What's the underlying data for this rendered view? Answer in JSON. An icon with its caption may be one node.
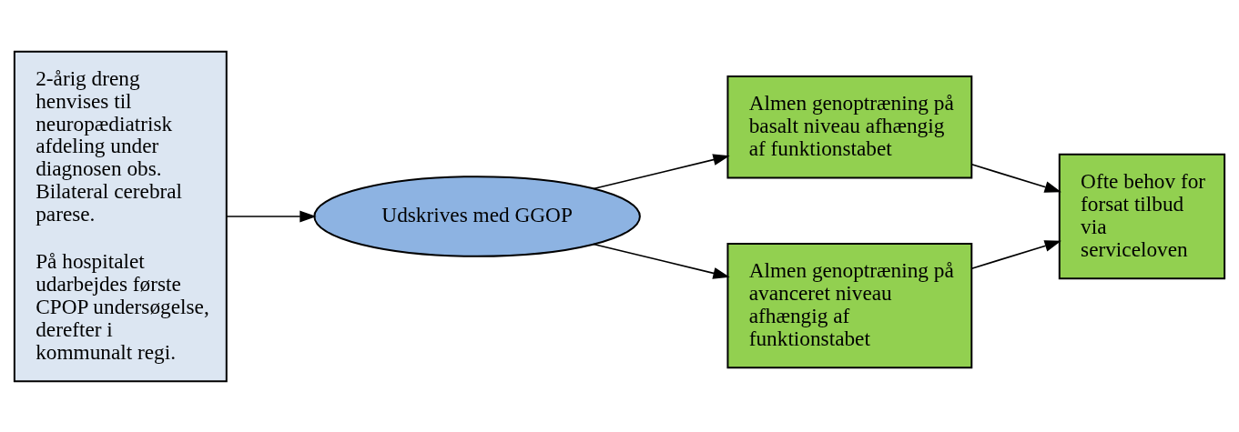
{
  "diagram": {
    "nodes": [
      {
        "text": [
          "2-årig dreng henvises til neuropædiatrisk afdeling under diagnosen obs. Bilateral cerebral parese.",
          "På hospitalet udarbejdes første CPOP undersøgelse, derefter i kommunalt regi."
        ]
      },
      {
        "text": [
          "Udskrives med GGOP"
        ]
      },
      {
        "text": [
          "Almen genoptræning på basalt niveau afhængig af funktionstabet"
        ]
      },
      {
        "text": [
          "Almen genoptræning på avanceret niveau afhængig af funktionstabet"
        ]
      },
      {
        "text": [
          "Ofte behov for forsat tilbud via serviceloven"
        ]
      }
    ],
    "edges": [
      {
        "from": 0,
        "to": 1,
        "arrow": "to"
      },
      {
        "from": 1,
        "to": 2,
        "arrow": "to"
      },
      {
        "from": 1,
        "to": 3,
        "arrow": "to"
      },
      {
        "from": 2,
        "to": 4,
        "arrow": "to"
      },
      {
        "from": 3,
        "to": 4,
        "arrow": "to"
      }
    ]
  }
}
